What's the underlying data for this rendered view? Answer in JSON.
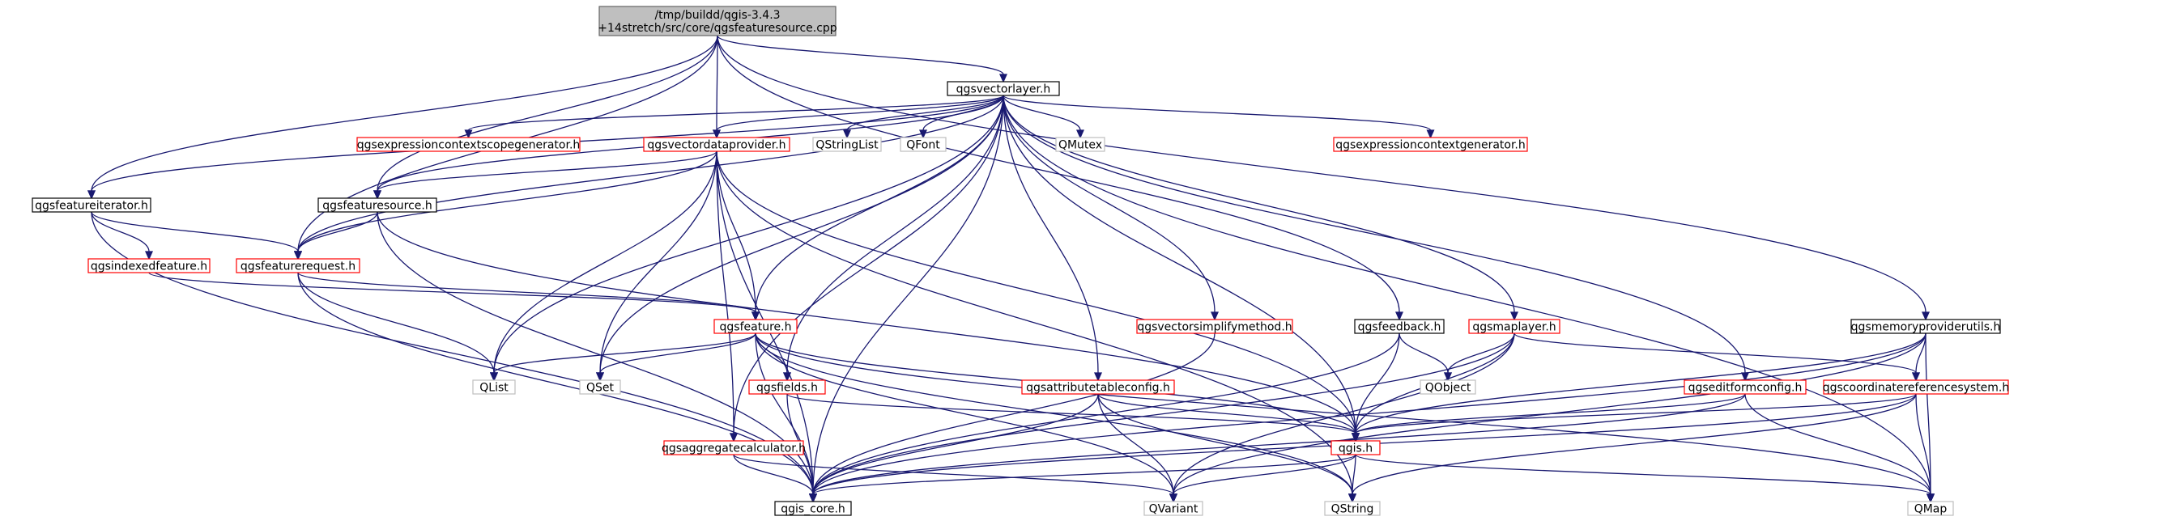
{
  "colors": {
    "edge": "#191970",
    "text": "#000000",
    "border_root": "#666666",
    "fill_root": "#bfbfbf",
    "border_black": "#000000",
    "border_red": "#ff0000",
    "border_grey": "#bfbfbf",
    "fill": "#ffffff"
  },
  "nodes": [
    {
      "id": "root",
      "label": "/tmp/buildd/qgis-3.4.3\n+14stretch/src/core/qgsfeaturesource.cpp",
      "style": "root"
    },
    {
      "id": "qgsvectorlayer_h",
      "label": "qgsvectorlayer.h",
      "style": "black"
    },
    {
      "id": "qgsexpressioncontextscopegenerator_h",
      "label": "qgsexpressioncontextscopegenerator.h",
      "style": "red"
    },
    {
      "id": "qgsvectordataprovider_h",
      "label": "qgsvectordataprovider.h",
      "style": "red"
    },
    {
      "id": "QStringList",
      "label": "QStringList",
      "style": "grey"
    },
    {
      "id": "QFont",
      "label": "QFont",
      "style": "grey"
    },
    {
      "id": "QMutex",
      "label": "QMutex",
      "style": "grey"
    },
    {
      "id": "qgsexpressioncontextgenerator_h",
      "label": "qgsexpressioncontextgenerator.h",
      "style": "red"
    },
    {
      "id": "qgsfeatureiterator_h",
      "label": "qgsfeatureiterator.h",
      "style": "black"
    },
    {
      "id": "qgsfeaturesource_h",
      "label": "qgsfeaturesource.h",
      "style": "black"
    },
    {
      "id": "qgsindexedfeature_h",
      "label": "qgsindexedfeature.h",
      "style": "red"
    },
    {
      "id": "qgsfeaturerequest_h",
      "label": "qgsfeaturerequest.h",
      "style": "red"
    },
    {
      "id": "qgsfeature_h",
      "label": "qgsfeature.h",
      "style": "red"
    },
    {
      "id": "qgsvectorsimplifymethod_h",
      "label": "qgsvectorsimplifymethod.h",
      "style": "red"
    },
    {
      "id": "qgsfeedback_h",
      "label": "qgsfeedback.h",
      "style": "black"
    },
    {
      "id": "qgsmaplayer_h",
      "label": "qgsmaplayer.h",
      "style": "red"
    },
    {
      "id": "qgsmemoryproviderutils_h",
      "label": "qgsmemoryproviderutils.h",
      "style": "black"
    },
    {
      "id": "QList",
      "label": "QList",
      "style": "grey"
    },
    {
      "id": "QSet",
      "label": "QSet",
      "style": "grey"
    },
    {
      "id": "qgsfields_h",
      "label": "qgsfields.h",
      "style": "red"
    },
    {
      "id": "qgsattributetableconfig_h",
      "label": "qgsattributetableconfig.h",
      "style": "red"
    },
    {
      "id": "QObject",
      "label": "QObject",
      "style": "grey"
    },
    {
      "id": "qgseditformconfig_h",
      "label": "qgseditformconfig.h",
      "style": "red"
    },
    {
      "id": "qgscoordinatereferencesystem_h",
      "label": "qgscoordinatereferencesystem.h",
      "style": "red"
    },
    {
      "id": "qgsaggregatecalculator_h",
      "label": "qgsaggregatecalculator.h",
      "style": "red"
    },
    {
      "id": "qgis_h",
      "label": "qgis.h",
      "style": "red"
    },
    {
      "id": "qgis_core_h",
      "label": "qgis_core.h",
      "style": "black"
    },
    {
      "id": "QVariant",
      "label": "QVariant",
      "style": "grey"
    },
    {
      "id": "QString",
      "label": "QString",
      "style": "grey"
    },
    {
      "id": "QMap",
      "label": "QMap",
      "style": "grey"
    }
  ],
  "edges": [
    [
      "root",
      "qgsvectorlayer_h"
    ],
    [
      "root",
      "qgsfeatureiterator_h"
    ],
    [
      "root",
      "qgsfeaturesource_h"
    ],
    [
      "root",
      "qgsfeaturerequest_h"
    ],
    [
      "root",
      "qgsvectordataprovider_h"
    ],
    [
      "root",
      "qgsfeedback_h"
    ],
    [
      "root",
      "qgsmemoryproviderutils_h"
    ],
    [
      "qgsvectorlayer_h",
      "qgsexpressioncontextscopegenerator_h"
    ],
    [
      "qgsvectorlayer_h",
      "qgsvectordataprovider_h"
    ],
    [
      "qgsvectorlayer_h",
      "QStringList"
    ],
    [
      "qgsvectorlayer_h",
      "QFont"
    ],
    [
      "qgsvectorlayer_h",
      "QMutex"
    ],
    [
      "qgsvectorlayer_h",
      "qgsexpressioncontextgenerator_h"
    ],
    [
      "qgsvectorlayer_h",
      "qgsfeatureiterator_h"
    ],
    [
      "qgsvectorlayer_h",
      "qgsfeaturesource_h"
    ],
    [
      "qgsvectorlayer_h",
      "qgsfeaturerequest_h"
    ],
    [
      "qgsvectorlayer_h",
      "qgsfeature_h"
    ],
    [
      "qgsvectorlayer_h",
      "qgsvectorsimplifymethod_h"
    ],
    [
      "qgsvectorlayer_h",
      "qgsmaplayer_h"
    ],
    [
      "qgsvectorlayer_h",
      "QList"
    ],
    [
      "qgsvectorlayer_h",
      "QSet"
    ],
    [
      "qgsvectorlayer_h",
      "qgsfields_h"
    ],
    [
      "qgsvectorlayer_h",
      "qgsattributetableconfig_h"
    ],
    [
      "qgsvectorlayer_h",
      "qgseditformconfig_h"
    ],
    [
      "qgsvectorlayer_h",
      "qgsaggregatecalculator_h"
    ],
    [
      "qgsvectorlayer_h",
      "qgis_h"
    ],
    [
      "qgsvectorlayer_h",
      "qgis_core_h"
    ],
    [
      "qgsvectorlayer_h",
      "QMap"
    ],
    [
      "qgsvectordataprovider_h",
      "qgsfeaturesource_h"
    ],
    [
      "qgsvectordataprovider_h",
      "qgsfeaturerequest_h"
    ],
    [
      "qgsvectordataprovider_h",
      "qgsfeature_h"
    ],
    [
      "qgsvectordataprovider_h",
      "QList"
    ],
    [
      "qgsvectordataprovider_h",
      "QSet"
    ],
    [
      "qgsvectordataprovider_h",
      "qgsaggregatecalculator_h"
    ],
    [
      "qgsvectordataprovider_h",
      "qgis_h"
    ],
    [
      "qgsvectordataprovider_h",
      "qgis_core_h"
    ],
    [
      "qgsvectordataprovider_h",
      "QString"
    ],
    [
      "qgsfeatureiterator_h",
      "qgsindexedfeature_h"
    ],
    [
      "qgsfeatureiterator_h",
      "qgsfeaturerequest_h"
    ],
    [
      "qgsfeatureiterator_h",
      "qgis_core_h"
    ],
    [
      "qgsfeaturesource_h",
      "qgsfeaturerequest_h"
    ],
    [
      "qgsfeaturesource_h",
      "qgis_h"
    ],
    [
      "qgsfeaturesource_h",
      "qgis_core_h"
    ],
    [
      "qgsindexedfeature_h",
      "qgsfeature_h"
    ],
    [
      "qgsfeaturerequest_h",
      "qgsfeature_h"
    ],
    [
      "qgsfeaturerequest_h",
      "QList"
    ],
    [
      "qgsfeaturerequest_h",
      "qgis_core_h"
    ],
    [
      "qgsfeature_h",
      "QList"
    ],
    [
      "qgsfeature_h",
      "QSet"
    ],
    [
      "qgsfeature_h",
      "qgsfields_h"
    ],
    [
      "qgsfeature_h",
      "qgis_h"
    ],
    [
      "qgsfeature_h",
      "qgis_core_h"
    ],
    [
      "qgsfeature_h",
      "QVariant"
    ],
    [
      "qgsfeature_h",
      "QString"
    ],
    [
      "qgsfeature_h",
      "QMap"
    ],
    [
      "qgsvectorsimplifymethod_h",
      "qgis_core_h"
    ],
    [
      "qgsfeedback_h",
      "QObject"
    ],
    [
      "qgsfeedback_h",
      "qgis_h"
    ],
    [
      "qgsfeedback_h",
      "qgis_core_h"
    ],
    [
      "qgsmaplayer_h",
      "QObject"
    ],
    [
      "qgsmaplayer_h",
      "qgis_h"
    ],
    [
      "qgsmaplayer_h",
      "qgscoordinatereferencesystem_h"
    ],
    [
      "qgsmaplayer_h",
      "qgis_core_h"
    ],
    [
      "qgsmaplayer_h",
      "QVariant"
    ],
    [
      "qgsmemoryproviderutils_h",
      "qgis_h"
    ],
    [
      "qgsmemoryproviderutils_h",
      "qgscoordinatereferencesystem_h"
    ],
    [
      "qgsmemoryproviderutils_h",
      "qgis_core_h"
    ],
    [
      "qgsmemoryproviderutils_h",
      "QVariant"
    ],
    [
      "qgsmemoryproviderutils_h",
      "QMap"
    ],
    [
      "qgsfields_h",
      "qgis_h"
    ],
    [
      "qgsfields_h",
      "qgis_core_h"
    ],
    [
      "qgsattributetableconfig_h",
      "qgis_h"
    ],
    [
      "qgsattributetableconfig_h",
      "qgis_core_h"
    ],
    [
      "qgsattributetableconfig_h",
      "QVariant"
    ],
    [
      "qgsattributetableconfig_h",
      "QString"
    ],
    [
      "qgseditformconfig_h",
      "qgis_h"
    ],
    [
      "qgseditformconfig_h",
      "qgis_core_h"
    ],
    [
      "qgseditformconfig_h",
      "QMap"
    ],
    [
      "qgscoordinatereferencesystem_h",
      "qgis_h"
    ],
    [
      "qgscoordinatereferencesystem_h",
      "qgis_core_h"
    ],
    [
      "qgscoordinatereferencesystem_h",
      "QString"
    ],
    [
      "qgscoordinatereferencesystem_h",
      "QMap"
    ],
    [
      "qgsaggregatecalculator_h",
      "qgis_core_h"
    ],
    [
      "qgsaggregatecalculator_h",
      "QVariant"
    ],
    [
      "qgis_h",
      "qgis_core_h"
    ],
    [
      "qgis_h",
      "QVariant"
    ],
    [
      "qgis_h",
      "QString"
    ],
    [
      "qgis_h",
      "QMap"
    ]
  ]
}
